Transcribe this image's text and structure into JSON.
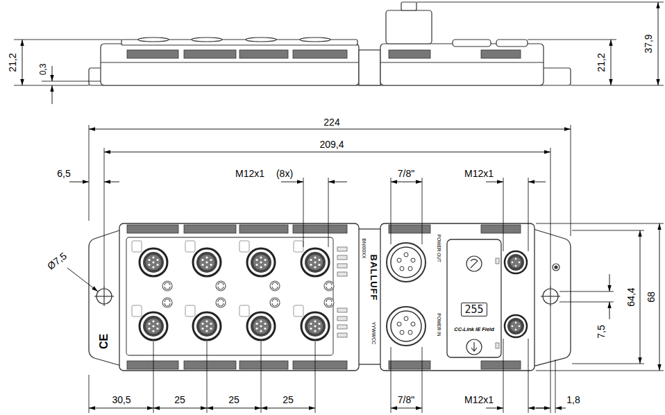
{
  "diagram": {
    "nodes": [
      {
        "text": [
          "255"
        ]
      }
    ],
    "labels": [
      "21,2",
      "0,3",
      "21,2",
      "37,9",
      "224",
      "209,4",
      "6,5",
      "M12x1",
      "(8x)",
      "7/8\"",
      "M12x1",
      "Ø7,5",
      "64,4",
      "68",
      "7,5",
      "30,5",
      "25",
      "25",
      "25",
      "7/8\"",
      "M12x1",
      "1,8",
      "BALLUFF",
      "BNI00XX",
      "YYWWCC",
      "POWER OUT",
      "POWER IN",
      "CC-Link IE Field",
      "CE"
    ]
  }
}
